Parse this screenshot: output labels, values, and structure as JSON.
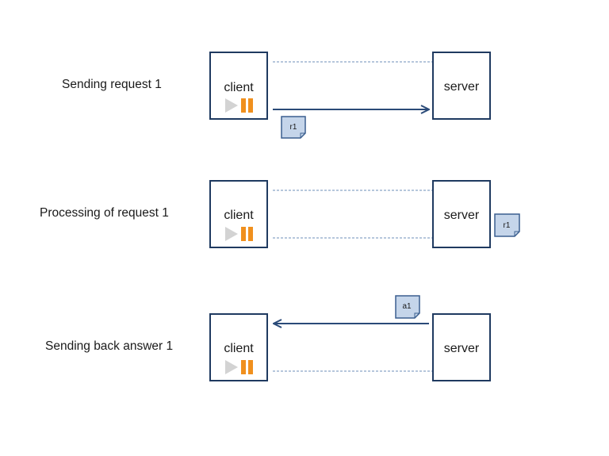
{
  "colors": {
    "box_border": "#1f3a60",
    "arrow": "#2a4a78",
    "dashed_line": "#6d8fb8",
    "note_fill": "#c5d5ea",
    "note_border": "#3b5f8f",
    "play_icon": "#d3d3d3",
    "pause_icon": "#f0901e"
  },
  "rows": [
    {
      "label": "Sending request 1",
      "client": "client",
      "server": "server",
      "message": "r1",
      "arrow_direction": "client-to-server"
    },
    {
      "label": "Processing of request 1",
      "client": "client",
      "server": "server",
      "message": "r1",
      "arrow_direction": "none"
    },
    {
      "label": "Sending back answer 1",
      "client": "client",
      "server": "server",
      "message": "a1",
      "arrow_direction": "server-to-client"
    }
  ],
  "icons": {
    "client_status": [
      "play-icon",
      "pause-icon"
    ]
  }
}
